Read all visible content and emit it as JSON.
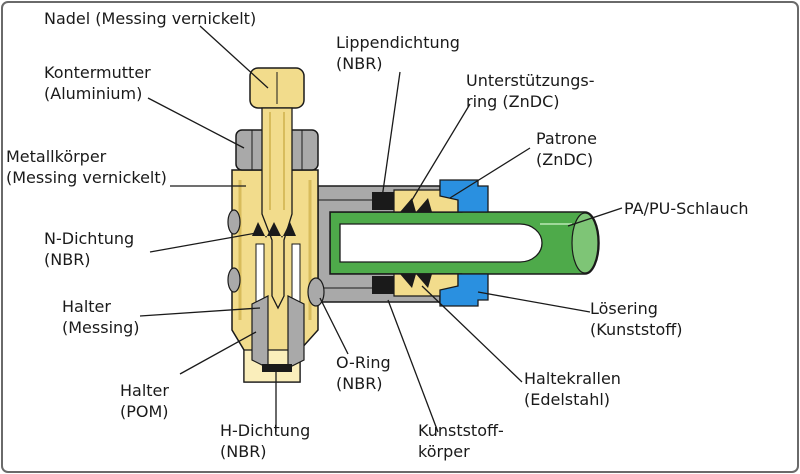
{
  "labels": {
    "nadel": "Nadel (Messing vernickelt)",
    "kontermutter": [
      "Kontermutter",
      "(Aluminium)"
    ],
    "metallkoerper": [
      "Metallkörper",
      "(Messing vernickelt)"
    ],
    "n_dichtung": [
      "N-Dichtung",
      "(NBR)"
    ],
    "halter_messing": [
      "Halter",
      "(Messing)"
    ],
    "halter_pom": [
      "Halter",
      "(POM)"
    ],
    "h_dichtung": [
      "H-Dichtung",
      "(NBR)"
    ],
    "o_ring": [
      "O-Ring",
      "(NBR)"
    ],
    "lippendichtung": [
      "Lippendichtung",
      "(NBR)"
    ],
    "stuetzring": [
      "Unterstützungs-",
      "ring (ZnDC)"
    ],
    "patrone": [
      "Patrone",
      "(ZnDC)"
    ],
    "schlauch": "PA/PU-Schlauch",
    "loesering": [
      "Lösering",
      "(Kunststoff)"
    ],
    "haltekrallen": [
      "Haltekrallen",
      "(Edelstahl)"
    ],
    "kunststoffkoerper": [
      "Kunststoff-",
      "körper"
    ]
  },
  "colors": {
    "brass": "#f2dc8c",
    "brass_light": "#faeebb",
    "brass_dark": "#d8bc5c",
    "grey": "#a9a9a9",
    "blue": "#2a90e0",
    "green": "#4eaa4a",
    "green_light": "#7ec576",
    "outline": "#1a1a1a",
    "frame": "#6a6a6a"
  }
}
